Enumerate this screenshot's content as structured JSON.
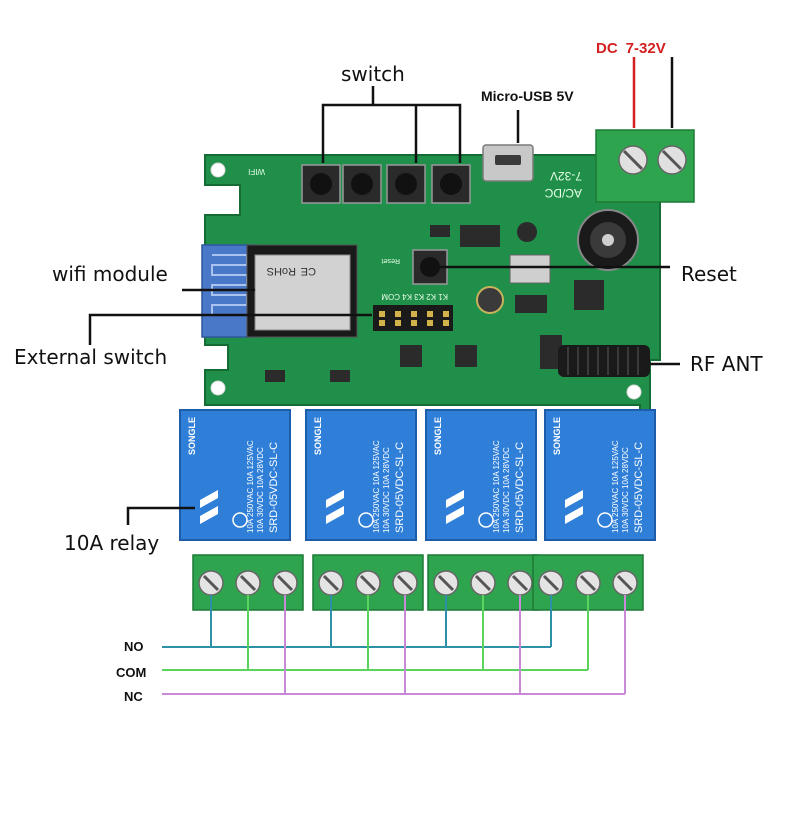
{
  "labels": {
    "switch": "switch",
    "micro_usb": "Micro-USB 5V",
    "dc_prefix": "DC",
    "dc_range": "7-32V",
    "wifi_module": "wifi module",
    "reset": "Reset",
    "external_switch": "External switch",
    "rf_ant": "RF ANT",
    "relay": "10A relay",
    "no": "NO",
    "com": "COM",
    "nc": "NC"
  },
  "board_print": {
    "wifi": "WIFI",
    "acdc": "AC/DC",
    "voltage": "7-32V",
    "rohs": "RoHS",
    "ce": "CE",
    "header": "K1 K2 K3 K4 COM",
    "reset_silk": "Reset"
  },
  "relays": [
    {
      "brand": "SONGLE",
      "model": "SRD-05VDC-SL-C",
      "rating1": "10A 250VAC  10A 125VAC",
      "rating2": "10A 30VDC  10A 28VDC"
    },
    {
      "brand": "SONGLE",
      "model": "SRD-05VDC-SL-C",
      "rating1": "10A 250VAC  10A 125VAC",
      "rating2": "10A 30VDC  10A 28VDC"
    },
    {
      "brand": "SONGLE",
      "model": "SRD-05VDC-SL-C",
      "rating1": "10A 250VAC  10A 125VAC",
      "rating2": "10A 30VDC  10A 28VDC"
    },
    {
      "brand": "SONGLE",
      "model": "SRD-05VDC-SL-C",
      "rating1": "10A 250VAC  10A 125VAC",
      "rating2": "10A 30VDC  10A 28VDC"
    }
  ],
  "colors": {
    "pcb": "#1f8f4a",
    "pcb_dark": "#146b34",
    "relay": "#2f7fd8",
    "terminal": "#2fa44f",
    "no_wire": "#2d8fa8",
    "com_wire": "#5cd35c",
    "nc_wire": "#c989d6",
    "dc_pos": "#d42020",
    "dc_neg": "#111111",
    "antenna": "#1a1a1a"
  }
}
